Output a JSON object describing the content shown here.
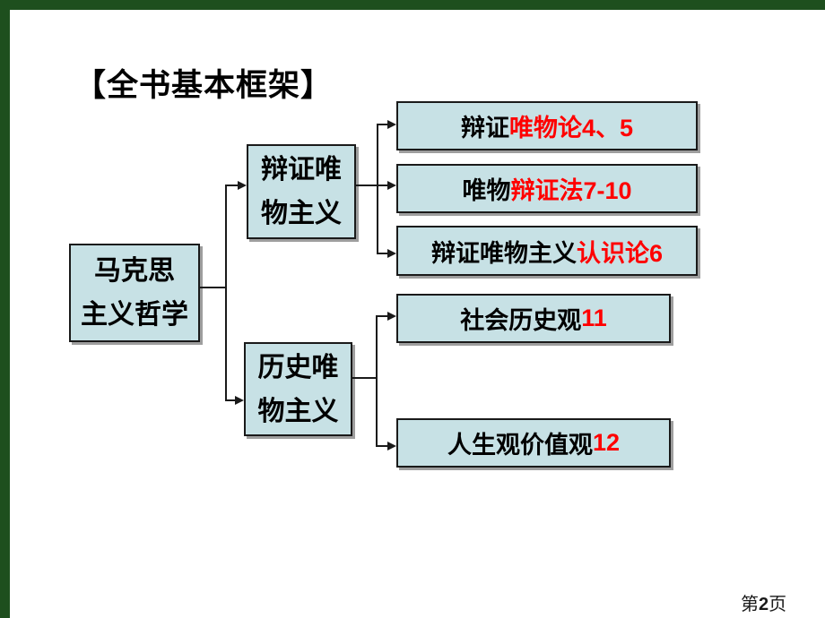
{
  "slide": {
    "title": "【全书基本框架】",
    "page_label": {
      "prefix": "第",
      "number": "2",
      "suffix": "页"
    }
  },
  "colors": {
    "box_fill": "#c7e1e5",
    "box_border": "#1a1a1a",
    "accent_red": "#ff0000",
    "frame_green": "#1e4f1e",
    "shadow_gray": "#9e9e9e"
  },
  "diagram": {
    "root": {
      "lines": [
        "马克思",
        "主义哲学"
      ]
    },
    "branches": [
      {
        "id": "dialectical-materialism",
        "lines": [
          "辩证唯",
          "物主义"
        ]
      },
      {
        "id": "historical-materialism",
        "lines": [
          "历史唯",
          "物主义"
        ]
      }
    ],
    "leaves": [
      {
        "id": "dialectical-materialism-theory",
        "black": "辩证",
        "red": "唯物论4、5"
      },
      {
        "id": "materialist-dialectics",
        "black": "唯物",
        "red": "辩证法7-10"
      },
      {
        "id": "epistemology",
        "black": "辩证唯物主义",
        "red": "认识论6"
      },
      {
        "id": "social-history-view",
        "black": "社会历史观",
        "red": "11"
      },
      {
        "id": "life-values-view",
        "black": "人生观价值观",
        "red": "12"
      }
    ]
  }
}
